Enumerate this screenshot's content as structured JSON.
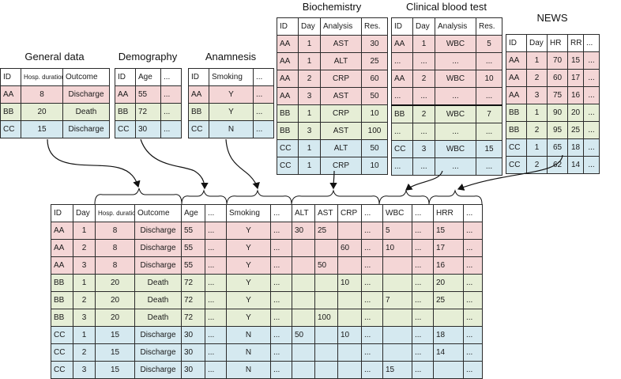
{
  "row_colors": {
    "AA": "#f4d6d6",
    "BB": "#e6eed6",
    "CC": "#d5e9f0"
  },
  "sources": [
    {
      "id": "general",
      "title": "General data",
      "headers": [
        "ID",
        "Hosp. duration",
        "Outcome"
      ],
      "rows": [
        {
          "group": "AA",
          "cells": [
            "AA",
            "8",
            "Discharge"
          ]
        },
        {
          "group": "BB",
          "cells": [
            "BB",
            "20",
            "Death"
          ]
        },
        {
          "group": "CC",
          "cells": [
            "CC",
            "15",
            "Discharge"
          ]
        }
      ]
    },
    {
      "id": "demography",
      "title": "Demography",
      "headers": [
        "ID",
        "Age",
        "..."
      ],
      "rows": [
        {
          "group": "AA",
          "cells": [
            "AA",
            "55",
            "..."
          ]
        },
        {
          "group": "BB",
          "cells": [
            "BB",
            "72",
            "..."
          ]
        },
        {
          "group": "CC",
          "cells": [
            "CC",
            "30",
            "..."
          ]
        }
      ]
    },
    {
      "id": "anamnesis",
      "title": "Anamnesis",
      "headers": [
        "ID",
        "Smoking",
        "..."
      ],
      "rows": [
        {
          "group": "AA",
          "cells": [
            "AA",
            "Y",
            "..."
          ]
        },
        {
          "group": "BB",
          "cells": [
            "BB",
            "Y",
            "..."
          ]
        },
        {
          "group": "CC",
          "cells": [
            "CC",
            "N",
            "..."
          ]
        }
      ]
    },
    {
      "id": "biochemistry",
      "title": "Biochemistry",
      "headers": [
        "ID",
        "Day",
        "Analysis",
        "Res."
      ],
      "rows": [
        {
          "group": "AA",
          "cells": [
            "AA",
            "1",
            "AST",
            "30"
          ]
        },
        {
          "group": "AA",
          "cells": [
            "AA",
            "1",
            "ALT",
            "25"
          ]
        },
        {
          "group": "AA",
          "cells": [
            "AA",
            "2",
            "CRP",
            "60"
          ]
        },
        {
          "group": "AA",
          "cells": [
            "AA",
            "3",
            "AST",
            "50"
          ]
        },
        {
          "group": "BB",
          "cells": [
            "BB",
            "1",
            "CRP",
            "10"
          ]
        },
        {
          "group": "BB",
          "cells": [
            "BB",
            "3",
            "AST",
            "100"
          ]
        },
        {
          "group": "CC",
          "cells": [
            "CC",
            "1",
            "ALT",
            "50"
          ]
        },
        {
          "group": "CC",
          "cells": [
            "CC",
            "1",
            "CRP",
            "10"
          ]
        }
      ]
    },
    {
      "id": "blood",
      "title": "Clinical blood test",
      "headers": [
        "ID",
        "Day",
        "Analysis",
        "Res."
      ],
      "rows": [
        {
          "group": "AA",
          "cells": [
            "AA",
            "1",
            "WBC",
            "5"
          ]
        },
        {
          "group": "AA",
          "cells": [
            "...",
            "...",
            "...",
            "..."
          ]
        },
        {
          "group": "AA",
          "cells": [
            "AA",
            "2",
            "WBC",
            "10"
          ]
        },
        {
          "group": "AA",
          "cells": [
            "...",
            "...",
            "...",
            "..."
          ]
        },
        {
          "group": "BB",
          "cells": [
            "BB",
            "2",
            "WBC",
            "7"
          ]
        },
        {
          "group": "BB",
          "cells": [
            "...",
            "...",
            "...",
            "..."
          ]
        },
        {
          "group": "CC",
          "cells": [
            "CC",
            "3",
            "WBC",
            "15"
          ]
        },
        {
          "group": "CC",
          "cells": [
            "...",
            "...",
            "...",
            "..."
          ]
        }
      ]
    },
    {
      "id": "news",
      "title": "NEWS",
      "headers": [
        "ID",
        "Day",
        "HR",
        "RR",
        "..."
      ],
      "rows": [
        {
          "group": "AA",
          "cells": [
            "AA",
            "1",
            "70",
            "15",
            "..."
          ]
        },
        {
          "group": "AA",
          "cells": [
            "AA",
            "2",
            "60",
            "17",
            "..."
          ]
        },
        {
          "group": "AA",
          "cells": [
            "AA",
            "3",
            "75",
            "16",
            "..."
          ]
        },
        {
          "group": "BB",
          "cells": [
            "BB",
            "1",
            "90",
            "20",
            "..."
          ]
        },
        {
          "group": "BB",
          "cells": [
            "BB",
            "2",
            "95",
            "25",
            "..."
          ]
        },
        {
          "group": "CC",
          "cells": [
            "CC",
            "1",
            "65",
            "18",
            "..."
          ]
        },
        {
          "group": "CC",
          "cells": [
            "CC",
            "2",
            "62",
            "14",
            "..."
          ]
        }
      ]
    }
  ],
  "merged": {
    "headers": [
      "ID",
      "Day",
      "Hosp. duration",
      "Outcome",
      "Age",
      "...",
      "Smoking",
      "...",
      "ALT",
      "AST",
      "CRP",
      "...",
      "WBC",
      "...",
      "HRR",
      "..."
    ],
    "rows": [
      {
        "group": "AA",
        "cells": [
          "AA",
          "1",
          "8",
          "Discharge",
          "55",
          "...",
          "Y",
          "...",
          "30",
          "25",
          "",
          "...",
          "5",
          "...",
          "15",
          "..."
        ]
      },
      {
        "group": "AA",
        "cells": [
          "AA",
          "2",
          "8",
          "Discharge",
          "55",
          "...",
          "Y",
          "...",
          "",
          "",
          "60",
          "...",
          "10",
          "...",
          "17",
          "..."
        ]
      },
      {
        "group": "AA",
        "cells": [
          "AA",
          "3",
          "8",
          "Discharge",
          "55",
          "...",
          "Y",
          "...",
          "",
          "50",
          "",
          "...",
          "",
          "...",
          "16",
          "..."
        ]
      },
      {
        "group": "BB",
        "cells": [
          "BB",
          "1",
          "20",
          "Death",
          "72",
          "...",
          "Y",
          "...",
          "",
          "",
          "10",
          "...",
          "",
          "...",
          "20",
          "..."
        ]
      },
      {
        "group": "BB",
        "cells": [
          "BB",
          "2",
          "20",
          "Death",
          "72",
          "...",
          "Y",
          "...",
          "",
          "",
          "",
          "...",
          "7",
          "...",
          "25",
          "..."
        ]
      },
      {
        "group": "BB",
        "cells": [
          "BB",
          "3",
          "20",
          "Death",
          "72",
          "...",
          "Y",
          "...",
          "",
          "100",
          "",
          "...",
          "",
          "...",
          "",
          "..."
        ]
      },
      {
        "group": "CC",
        "cells": [
          "CC",
          "1",
          "15",
          "Discharge",
          "30",
          "...",
          "N",
          "...",
          "50",
          "",
          "10",
          "...",
          "",
          "...",
          "18",
          "..."
        ]
      },
      {
        "group": "CC",
        "cells": [
          "CC",
          "2",
          "15",
          "Discharge",
          "30",
          "...",
          "N",
          "...",
          "",
          "",
          "",
          "...",
          "",
          "...",
          "14",
          "..."
        ]
      },
      {
        "group": "CC",
        "cells": [
          "CC",
          "3",
          "15",
          "Discharge",
          "30",
          "...",
          "N",
          "...",
          "",
          "",
          "",
          "...",
          "15",
          "...",
          "",
          "..."
        ]
      }
    ]
  }
}
